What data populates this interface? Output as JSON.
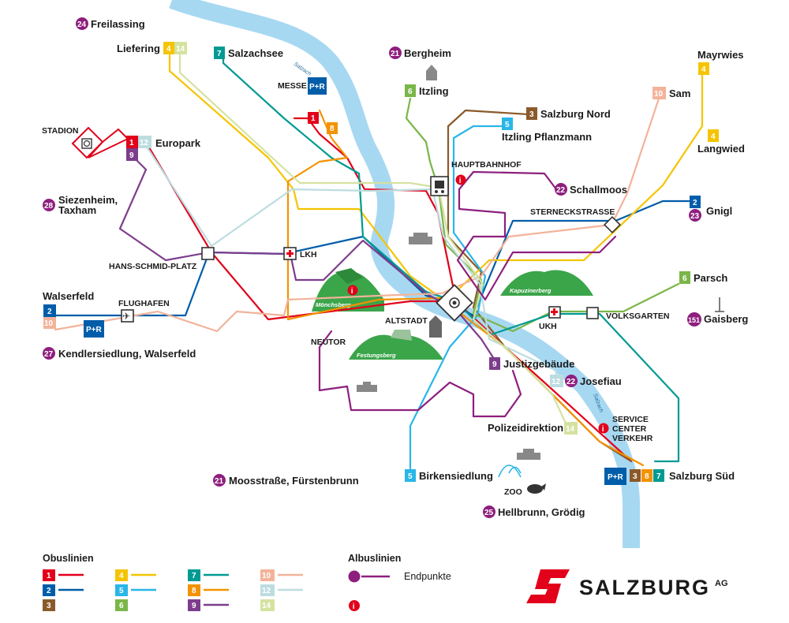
{
  "colors": {
    "line1": "#e2001a",
    "line2": "#005da9",
    "line3": "#8b5a2b",
    "line4": "#f5c400",
    "line5": "#29b6e8",
    "line6": "#7ab648",
    "line7": "#009a93",
    "line8": "#f39200",
    "line9": "#7d3d8c",
    "line10": "#f3b39a",
    "line12": "#bcdde0",
    "line14": "#d4e2a0",
    "albus": "#8e1f7e",
    "river": "#a7d8f2",
    "hill": "#3ba54a",
    "brand": "#e2001a"
  },
  "river": {
    "name": "Salzach"
  },
  "hubs": {
    "hauptbahnhof": "HAUPTBAHNHOF",
    "sterneckstrasse": "STERNECKSTRASSE",
    "hans_schmid_platz": "HANS-SCHMID-PLATZ",
    "lkh": "LKH",
    "flughafen": "FLUGHAFEN",
    "altstadt": "ALTSTADT",
    "neutor": "NEUTOR",
    "ukh": "UKH",
    "volksgarten": "VOLKSGARTEN",
    "messe": "MESSE",
    "stadion": "STADION",
    "service_center": [
      "SERVICE",
      "CENTER",
      "VERKEHR"
    ],
    "zoo": "ZOO"
  },
  "hills": {
    "moenchsberg": "Mönchsberg",
    "festungsberg": "Festungsberg",
    "kapuzinerberg": "Kapuzinerberg"
  },
  "pr": "P+R",
  "stops": {
    "freilassing": {
      "num": "24",
      "name": "Freilassing"
    },
    "liefering": {
      "name": "Liefering",
      "nums": [
        "4",
        "14"
      ]
    },
    "salzachsee": {
      "name": "Salzachsee",
      "num": "7"
    },
    "bergheim": {
      "num": "21",
      "name": "Bergheim"
    },
    "mayrwies": {
      "name": "Mayrwies",
      "num": "4"
    },
    "sam": {
      "num": "10",
      "name": "Sam"
    },
    "itzling": {
      "num": "6",
      "name": "Itzling"
    },
    "salzburg_nord": {
      "num": "3",
      "name": "Salzburg Nord"
    },
    "itzling_pflanzmann": {
      "num": "5",
      "name": "Itzling Pflanzmann"
    },
    "langwied": {
      "num": "4",
      "name": "Langwied"
    },
    "europark": {
      "nums": [
        "1",
        "12",
        "9"
      ],
      "name": "Europark"
    },
    "schallmoos": {
      "num": "22",
      "name": "Schallmoos"
    },
    "siezenheim": {
      "num": "28",
      "name1": "Siezenheim,",
      "name2": "Taxham"
    },
    "gnigl": {
      "nums": [
        "2",
        "23"
      ],
      "name": "Gnigl"
    },
    "parsch": {
      "num": "6",
      "name": "Parsch"
    },
    "walserfeld": {
      "name": "Walserfeld",
      "nums": [
        "2",
        "10"
      ]
    },
    "gaisberg": {
      "num": "151",
      "name": "Gaisberg"
    },
    "kendlersiedlung": {
      "num": "27",
      "name": "Kendlersiedlung, Walserfeld"
    },
    "justizgebaeude": {
      "num": "9",
      "name": "Justizgebäude"
    },
    "josefiau": {
      "nums": [
        "12",
        "22"
      ],
      "name": "Josefiau"
    },
    "polizeidirektion": {
      "name": "Polizeidirektion",
      "num": "14"
    },
    "moosstrasse": {
      "num": "21",
      "name": "Moosstraße, Fürstenbrunn"
    },
    "birkensiedlung": {
      "num": "5",
      "name": "Birkensiedlung"
    },
    "salzburg_sued": {
      "nums": [
        "3",
        "8",
        "7"
      ],
      "name": "Salzburg Süd"
    },
    "hellbrunn": {
      "num": "25",
      "name": "Hellbrunn, Grödig"
    },
    "messe_nums": [
      "1",
      "8"
    ]
  },
  "legend": {
    "obus_title": "Obuslinien",
    "obus_lines": [
      "1",
      "2",
      "3",
      "4",
      "5",
      "6",
      "7",
      "8",
      "9",
      "10",
      "12",
      "14"
    ],
    "albus_title": "Albuslinien",
    "endpunkte": "Endpunkte",
    "info_icon": "info-icon"
  },
  "brand": {
    "name": "SALZBURG",
    "suffix": "AG"
  }
}
